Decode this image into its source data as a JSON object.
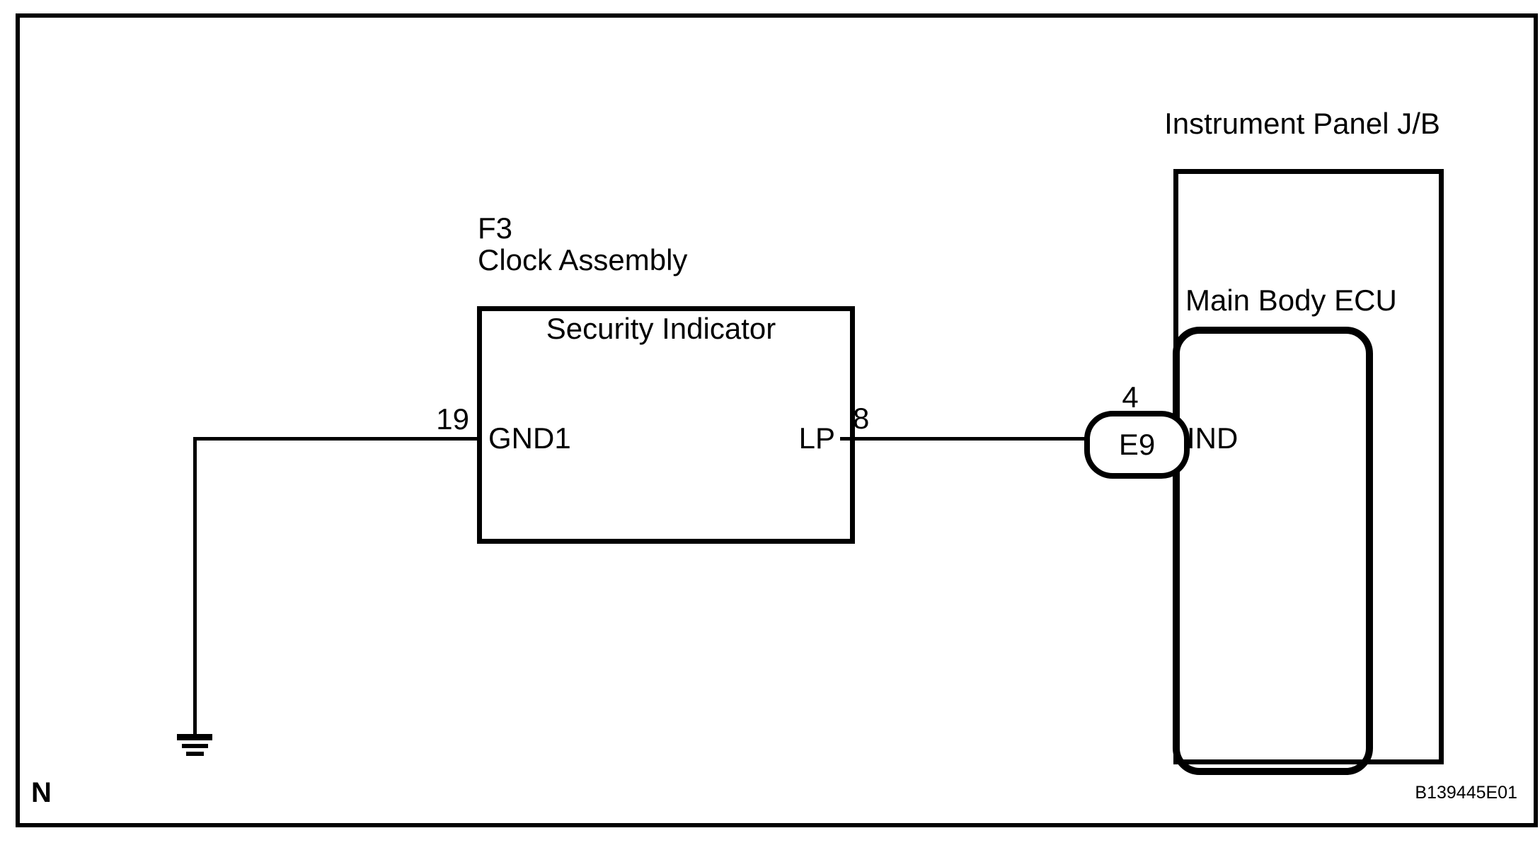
{
  "title_block": {
    "system_letter": "N",
    "drawing_number": "B139445E01"
  },
  "instrument_panel_jb": {
    "label": "Instrument Panel J/B",
    "ecu": {
      "label": "Main Body ECU",
      "pin_name": "IND"
    },
    "connector": {
      "id": "E9",
      "pin_number": "4"
    }
  },
  "clock_assembly": {
    "ref_code": "F3",
    "name": "Clock Assembly",
    "block_label": "Security Indicator",
    "pins": {
      "left": {
        "number": "19",
        "name": "GND1"
      },
      "right": {
        "number": "8",
        "name": "LP"
      }
    }
  },
  "symbols": {
    "ground": "ground-symbol"
  },
  "colors": {
    "line": "#000000",
    "background": "#ffffff"
  }
}
